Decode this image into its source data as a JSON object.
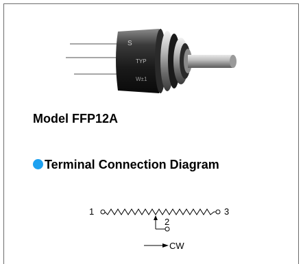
{
  "model_title": "Model FFP12A",
  "section_title": "Terminal Connection Diagram",
  "bullet_color": "#1da1f0",
  "diagram": {
    "terminal_1": "1",
    "terminal_2": "2",
    "terminal_3": "3",
    "direction_label": "CW"
  }
}
